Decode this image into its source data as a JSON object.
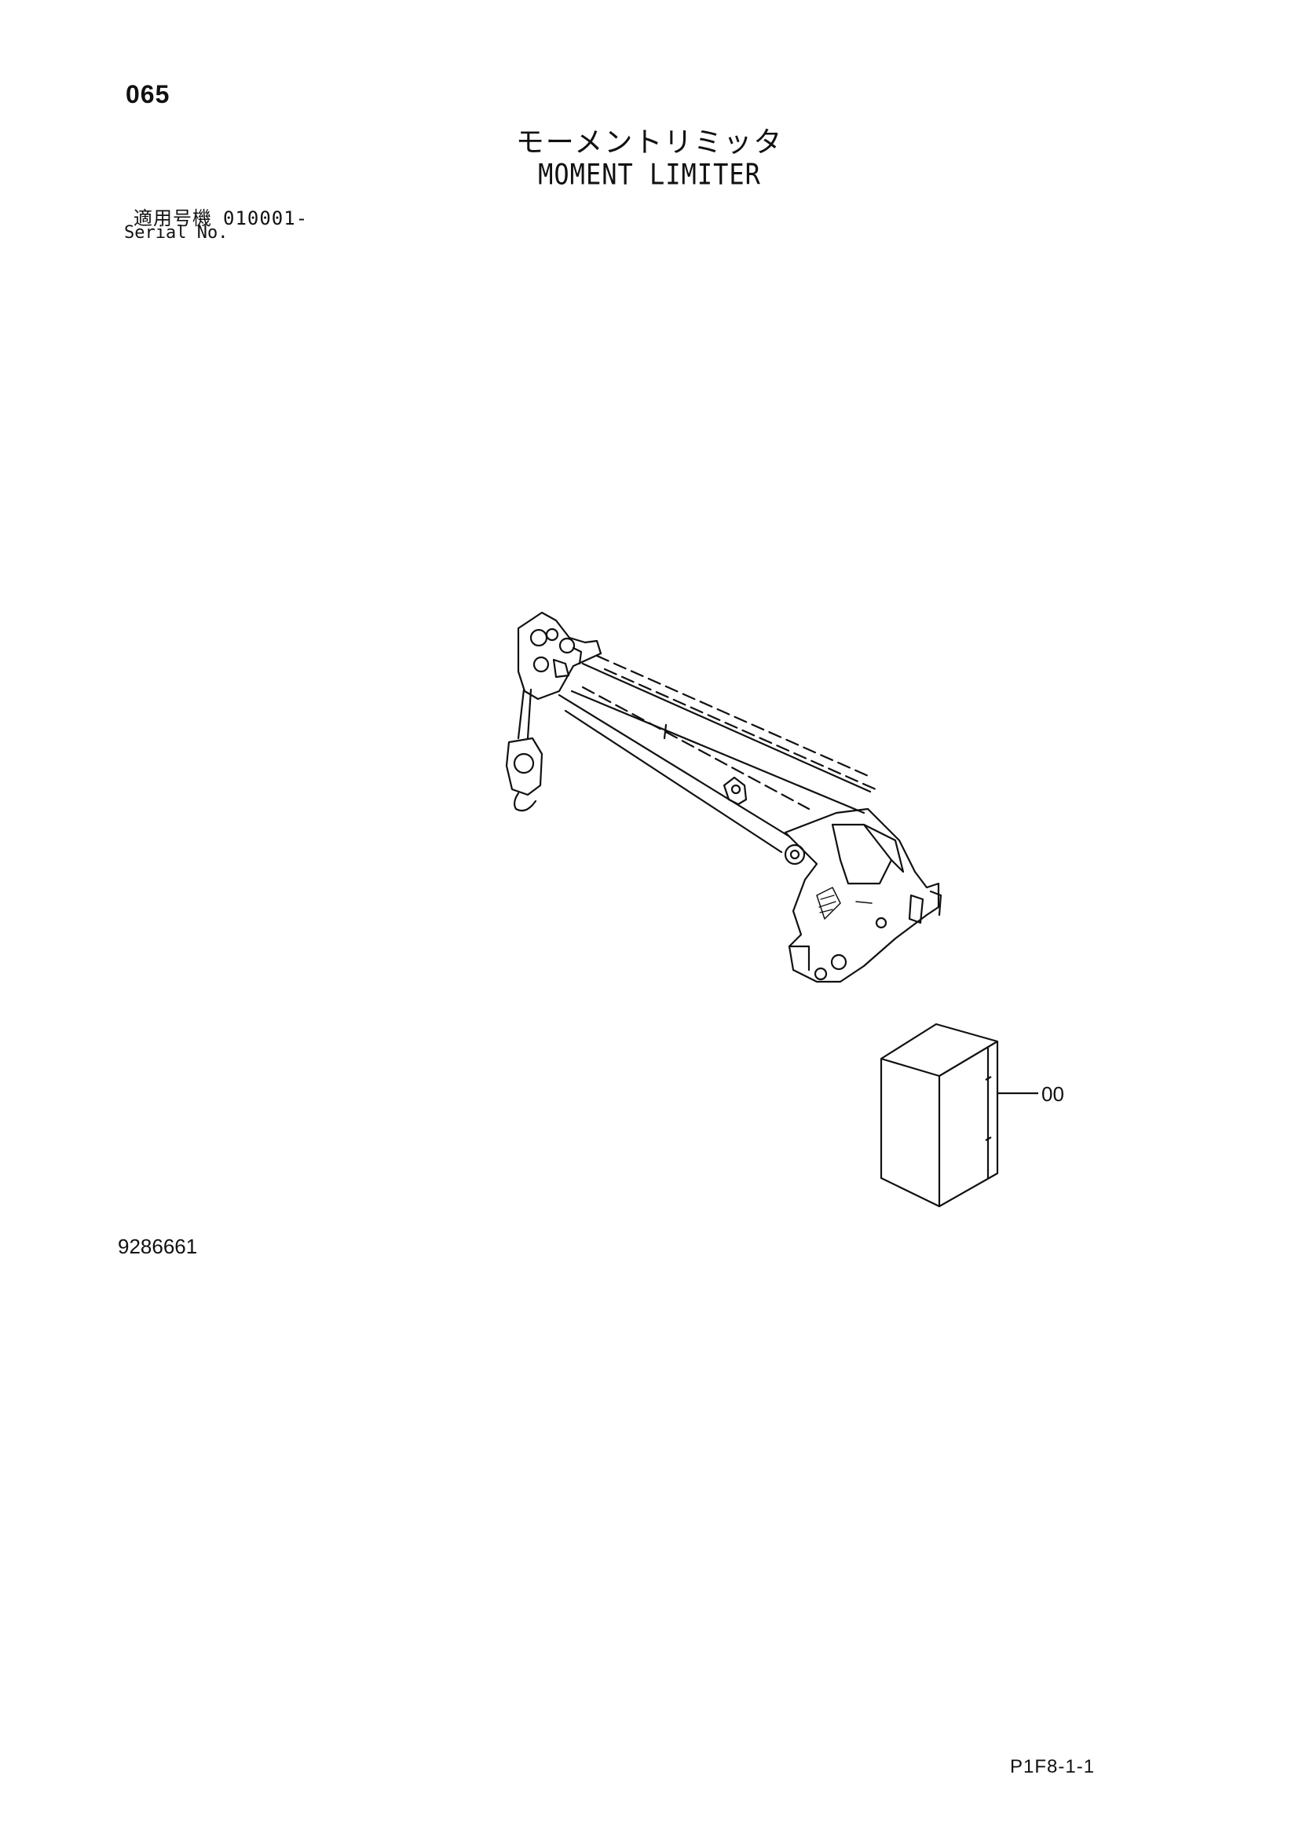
{
  "header": {
    "page_number": "065",
    "title_jp": "モーメントリミッタ",
    "title_en": "MOMENT LIMITER",
    "serial_label_jp": "適用号機",
    "serial_value": "010001-",
    "serial_label_en": "Serial No."
  },
  "figure": {
    "figure_number": "9286661",
    "callout_label": "00"
  },
  "footer": {
    "page_code": "P1F8-1-1"
  }
}
